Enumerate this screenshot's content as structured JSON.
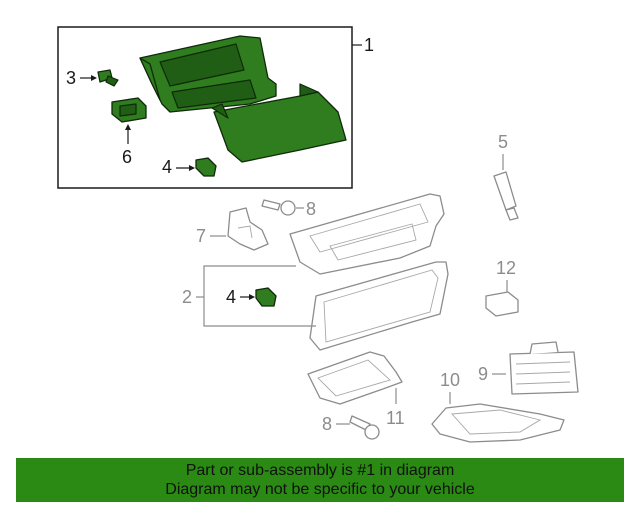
{
  "callouts": {
    "c1": "1",
    "c2": "2",
    "c3": "3",
    "c4a": "4",
    "c4b": "4",
    "c5": "5",
    "c6": "6",
    "c7": "7",
    "c8a": "8",
    "c8b": "8",
    "c9": "9",
    "c10": "10",
    "c11": "11",
    "c12": "12"
  },
  "banner": {
    "line1": "Part or sub-assembly is #1 in diagram",
    "line2": "Diagram may not be specific to your vehicle"
  },
  "colors": {
    "highlight_part": "#2f7d1f",
    "banner_bg": "#2a8a14",
    "other_parts": "#8c8c8c"
  }
}
